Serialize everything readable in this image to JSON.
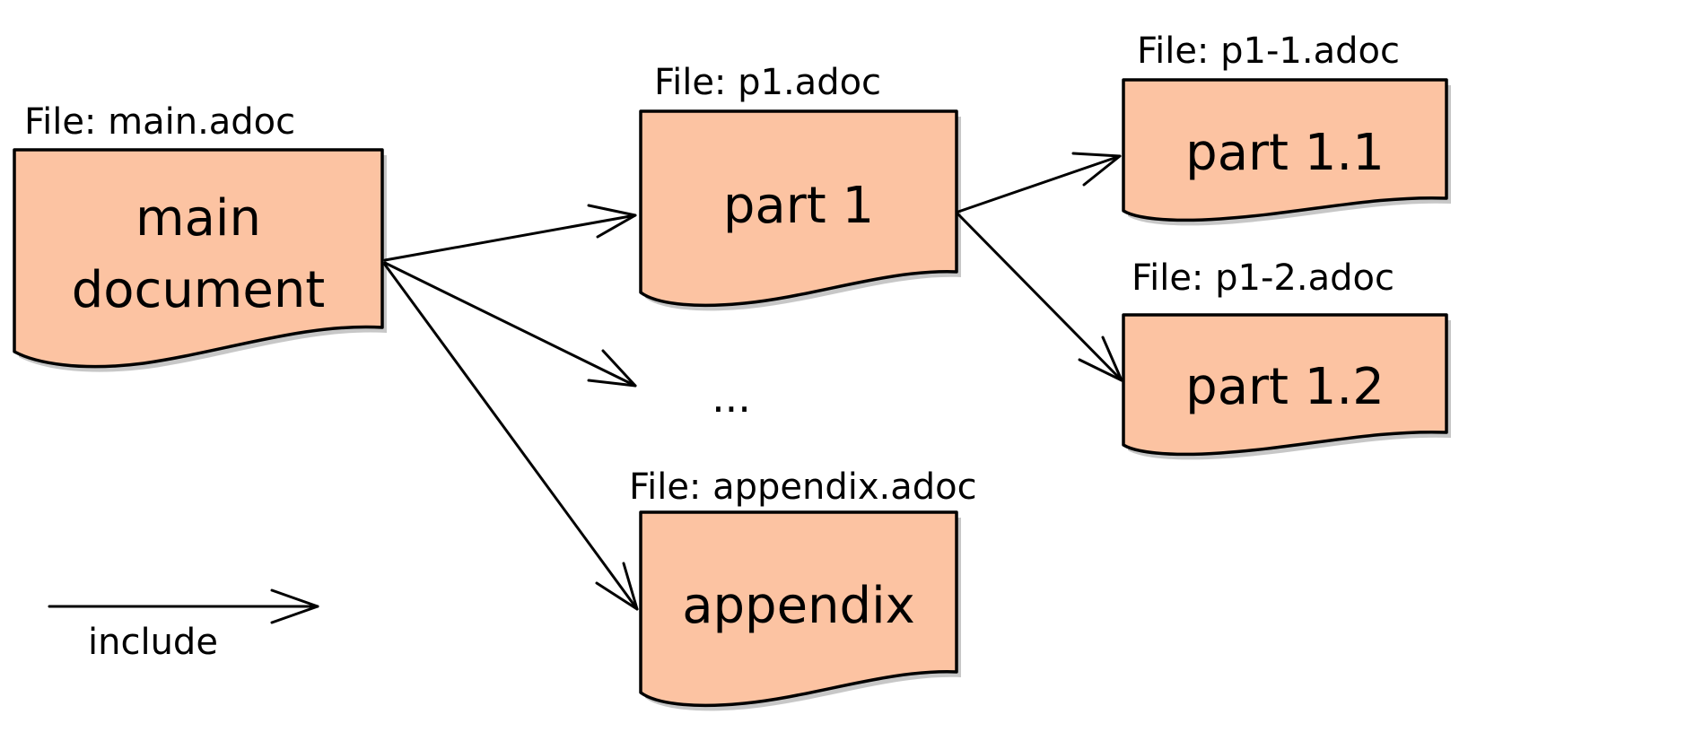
{
  "documents": {
    "main": {
      "file_label": "File: main.adoc",
      "line1": "main",
      "line2": "document"
    },
    "p1": {
      "file_label": "File: p1.adoc",
      "text": "part 1"
    },
    "p1_1": {
      "file_label": "File: p1-1.adoc",
      "text": "part 1.1"
    },
    "p1_2": {
      "file_label": "File: p1-2.adoc",
      "text": "part 1.2"
    },
    "appendix": {
      "file_label": "File: appendix.adoc",
      "text": "appendix"
    }
  },
  "ellipsis": "...",
  "legend": {
    "label": "include"
  },
  "edges": [
    {
      "from": "main",
      "to": "p1"
    },
    {
      "from": "main",
      "to": "..."
    },
    {
      "from": "main",
      "to": "appendix"
    },
    {
      "from": "p1",
      "to": "p1_1"
    },
    {
      "from": "p1",
      "to": "p1_2"
    }
  ],
  "colors": {
    "document_fill": "#FCC3A2",
    "stroke": "#000000",
    "background": "#FFFFFF"
  }
}
